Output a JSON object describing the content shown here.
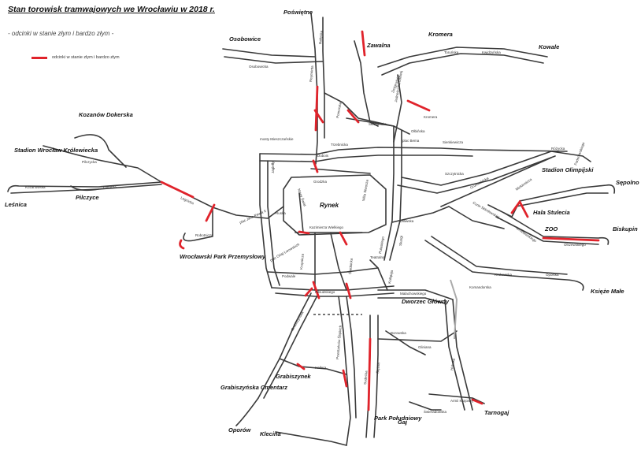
{
  "title": "Stan torowisk tramwajowych we Wrocławiu w 2018 r.",
  "subtitle": "- odcinki w stanie złym i bardzo złym -",
  "legend": {
    "label": "odcinki w stanie złym i bardzo złym",
    "color": "#e0232b"
  },
  "colors": {
    "track": "#3a3a3a",
    "bad": "#e0232b",
    "rail_grey": "#aaaaaa"
  },
  "places": [
    "Poświętne",
    "Osobowice",
    "Zawalna",
    "Kromera",
    "Kowale",
    "Kozanów Dokerska",
    "Stadion Wrocław Królewiecka",
    "Pilczyce",
    "Leśnica",
    "Rynek",
    "Stadion Olimpijski",
    "Sępolno",
    "Hala Stulecia",
    "ZOO",
    "Biskupin",
    "Wrocławski Park Przemysłowy",
    "Dworzec Główny",
    "Księże Małe",
    "Grabiszyńska Cmentarz",
    "Grabiszynek",
    "Oporów",
    "Klecina",
    "Park Południowy",
    "Gaj",
    "Tarnogaj"
  ],
  "streets": [
    "Toruńska",
    "Kwidzyńska",
    "Osobowicka",
    "Pilczycka",
    "Kozanowska",
    "Lotnicza",
    "Legnicka",
    "Robotnicza",
    "Jagiełły",
    "mosty Mieszczańskie",
    "Dubois",
    "Grodzka",
    "Nowy Świat",
    "Kazimierza Wielkiego",
    "Ruska",
    "Podwale",
    "plac Jana Pawła II",
    "plac Orląt Lwowskich",
    "Krupnicza",
    "Oławska",
    "Wita Stwosza",
    "Świdnicka",
    "Pułaskiego",
    "Teatralna",
    "Piłsudskiego",
    "Kołłątaja",
    "Skargi",
    "Malachowskiego",
    "Komandorska",
    "Grabiszyńska",
    "Hallera",
    "Powstańców Śląskich",
    "Sudecka",
    "Borowska",
    "Ślężna",
    "Gliniana",
    "Armii Krajowej",
    "Świeradowska",
    "Hubska",
    "Krakowska",
    "Opolska",
    "Olszewskiego",
    "Mickiewicza",
    "Różycka",
    "Sienkiewicza",
    "Szczytnicka",
    "Słowiańska",
    "plac Bema",
    "Pomorska",
    "Trzebnicka",
    "Żmigrodzka",
    "Reymonta",
    "Bałtycka",
    "Kromera",
    "Paderewskiego",
    "Curie-Skłodowskiej",
    "Wróblewskiego",
    "Grunwaldzka",
    "Ołbińska",
    "Jedności Narodowej"
  ]
}
